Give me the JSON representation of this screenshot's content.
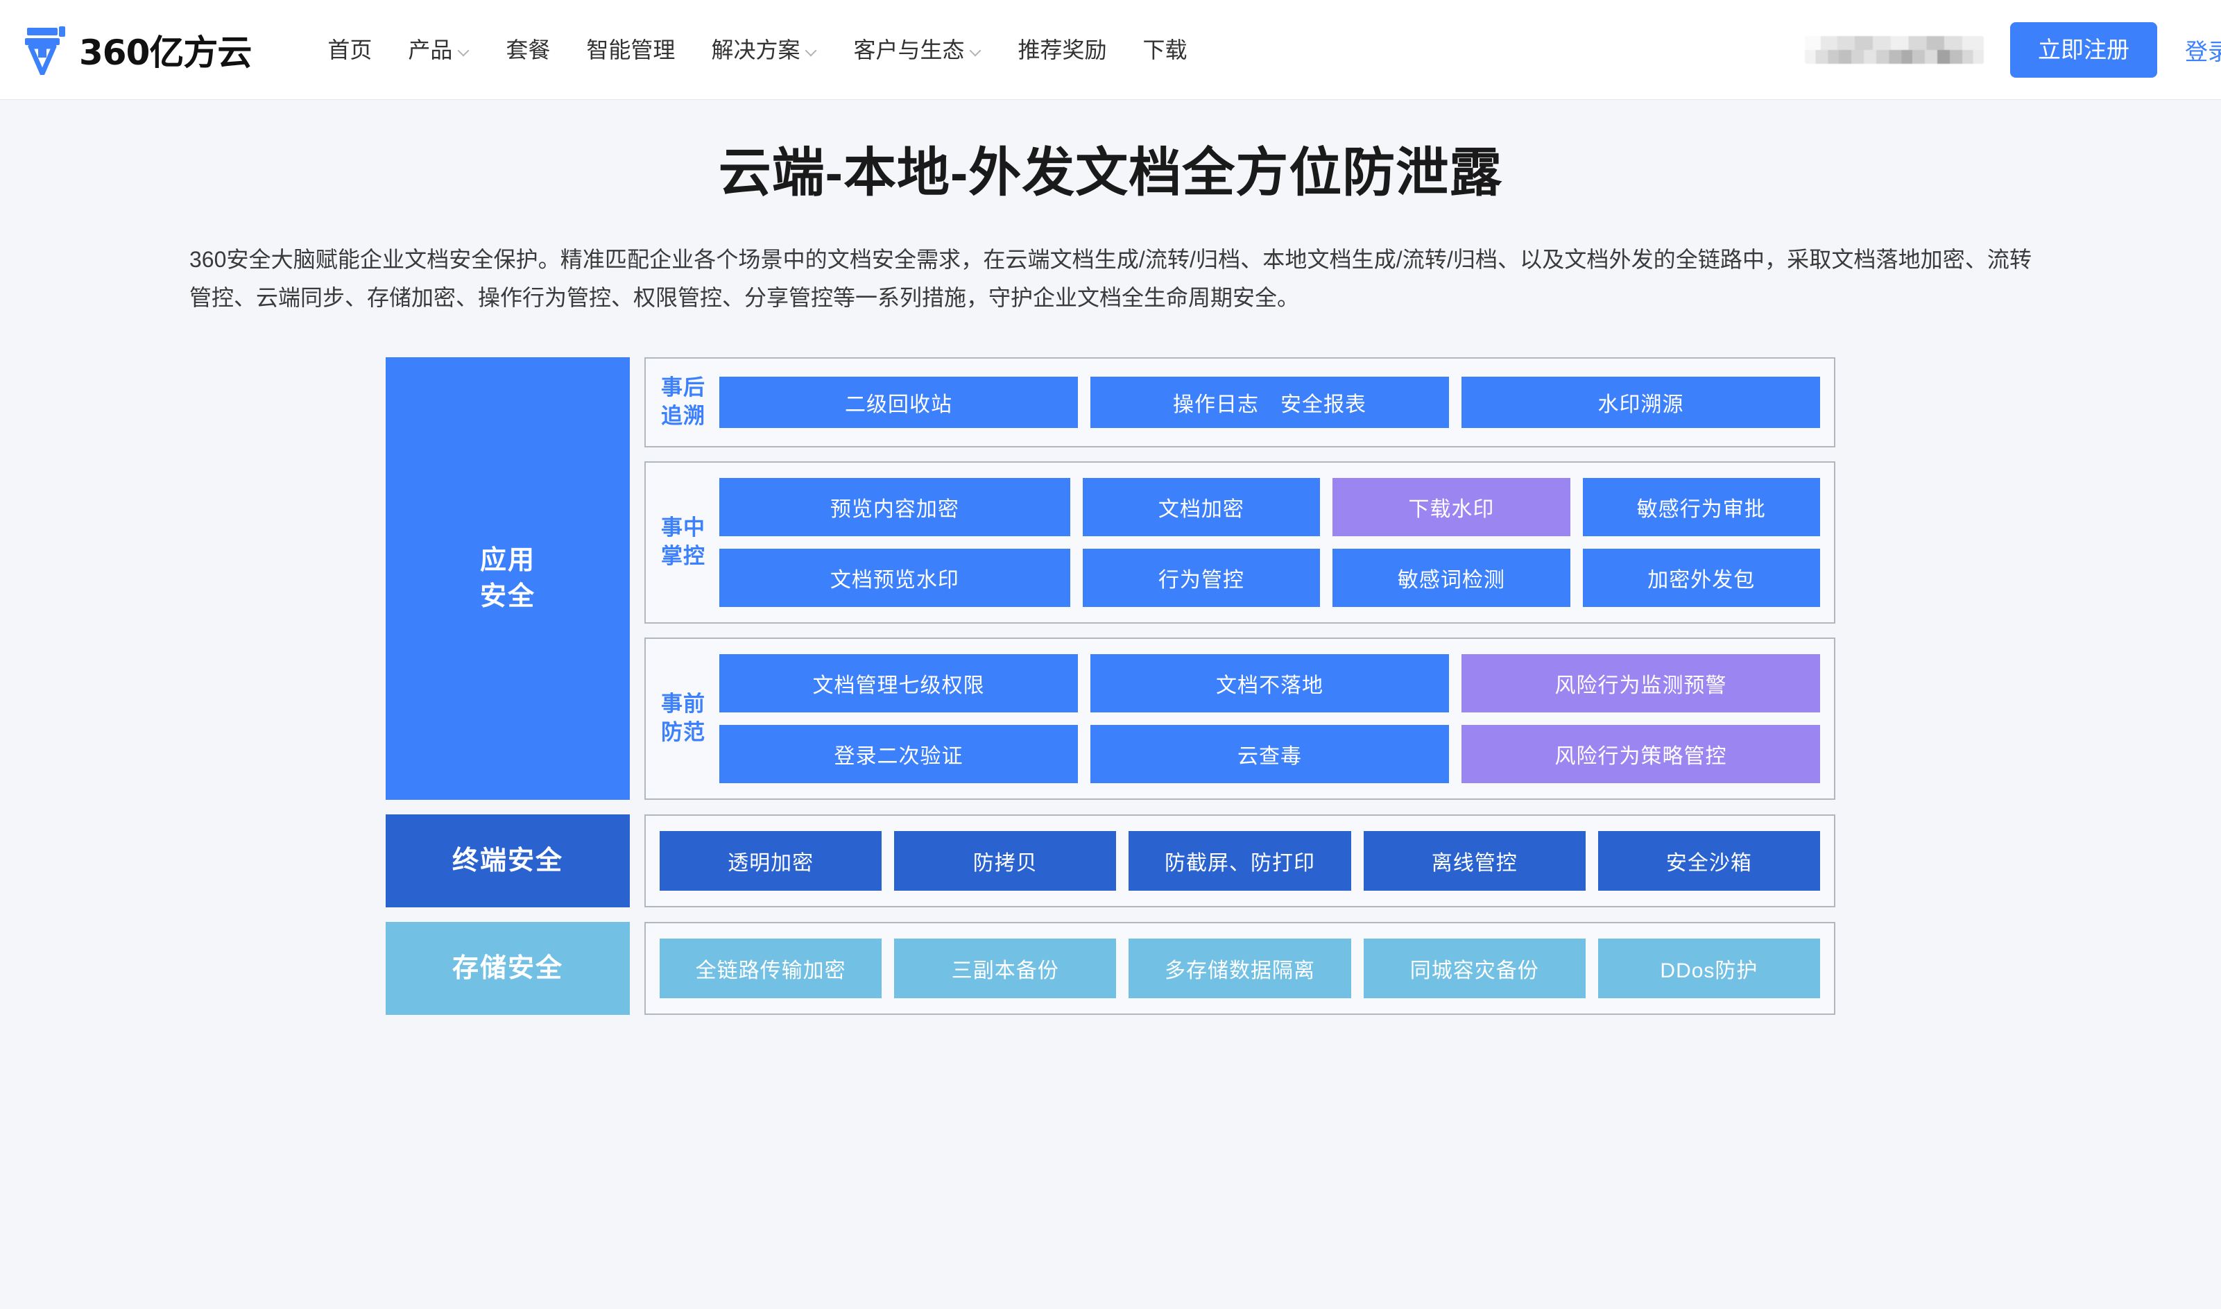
{
  "header": {
    "brand_name": "360亿方云",
    "logo_icon": "yifangyun-logo-icon",
    "nav": [
      {
        "label": "首页",
        "has_dropdown": false
      },
      {
        "label": "产品",
        "has_dropdown": true
      },
      {
        "label": "套餐",
        "has_dropdown": false
      },
      {
        "label": "智能管理",
        "has_dropdown": false
      },
      {
        "label": "解决方案",
        "has_dropdown": true
      },
      {
        "label": "客户与生态",
        "has_dropdown": true
      },
      {
        "label": "推荐奖励",
        "has_dropdown": false
      },
      {
        "label": "下载",
        "has_dropdown": false
      }
    ],
    "redacted_account": "",
    "register_label": "立即注册",
    "login_label": "登录"
  },
  "hero": {
    "title": "云端-本地-外发文档全方位防泄露",
    "description": "360安全大脑赋能企业文档安全保护。精准匹配企业各个场景中的文档安全需求，在云端文档生成/流转/归档、本地文档生成/流转/归档、以及文档外发的全链路中，采取文档落地加密、流转管控、云端同步、存储加密、操作行为管控、权限管控、分享管控等一系列措施，守护企业文档全生命周期安全。"
  },
  "colors": {
    "accent_blue": "#3d80fb",
    "deep_blue": "#2a62d0",
    "light_blue": "#72c0e3",
    "purple": "#9b85f0",
    "panel_bg": "#f7f9fc",
    "panel_border": "#b2b6bd",
    "page_bg": "#f4f6fa"
  },
  "diagram": {
    "layers": [
      {
        "label": "应用\n安全",
        "label_line1": "应用",
        "label_line2": "安全",
        "style": "app",
        "panels": [
          {
            "title_line1": "事后",
            "title_line2": "追溯",
            "rows": [
              [
                {
                  "label": "二级回收站",
                  "color": "blue",
                  "flex": 2
                },
                {
                  "label": "操作日志　安全报表",
                  "color": "blue",
                  "flex": 2
                },
                {
                  "label": "水印溯源",
                  "color": "blue",
                  "flex": 2
                }
              ]
            ]
          },
          {
            "title_line1": "事中",
            "title_line2": "掌控",
            "rows": [
              [
                {
                  "label": "预览内容加密",
                  "color": "blue",
                  "flex": 3
                },
                {
                  "label": "文档加密",
                  "color": "blue",
                  "flex": 2
                },
                {
                  "label": "下载水印",
                  "color": "purple",
                  "flex": 2
                },
                {
                  "label": "敏感行为审批",
                  "color": "blue",
                  "flex": 2
                }
              ],
              [
                {
                  "label": "文档预览水印",
                  "color": "blue",
                  "flex": 3
                },
                {
                  "label": "行为管控",
                  "color": "blue",
                  "flex": 2
                },
                {
                  "label": "敏感词检测",
                  "color": "blue",
                  "flex": 2
                },
                {
                  "label": "加密外发包",
                  "color": "blue",
                  "flex": 2
                }
              ]
            ]
          },
          {
            "title_line1": "事前",
            "title_line2": "防范",
            "rows": [
              [
                {
                  "label": "文档管理七级权限",
                  "color": "blue",
                  "flex": 3
                },
                {
                  "label": "文档不落地",
                  "color": "blue",
                  "flex": 3
                },
                {
                  "label": "风险行为监测预警",
                  "color": "purple",
                  "flex": 3
                }
              ],
              [
                {
                  "label": "登录二次验证",
                  "color": "blue",
                  "flex": 3
                },
                {
                  "label": "云查毒",
                  "color": "blue",
                  "flex": 3
                },
                {
                  "label": "风险行为策略管控",
                  "color": "purple",
                  "flex": 3
                }
              ]
            ]
          }
        ]
      },
      {
        "label": "终端安全",
        "label_line1": "终端安全",
        "label_line2": "",
        "style": "terminal",
        "panels": [
          {
            "title_line1": "",
            "title_line2": "",
            "rows": [
              [
                {
                  "label": "透明加密",
                  "color": "dblue",
                  "flex": 1
                },
                {
                  "label": "防拷贝",
                  "color": "dblue",
                  "flex": 1
                },
                {
                  "label": "防截屏、防打印",
                  "color": "dblue",
                  "flex": 1
                },
                {
                  "label": "离线管控",
                  "color": "dblue",
                  "flex": 1
                },
                {
                  "label": "安全沙箱",
                  "color": "dblue",
                  "flex": 1
                }
              ]
            ]
          }
        ]
      },
      {
        "label": "存储安全",
        "label_line1": "存储安全",
        "label_line2": "",
        "style": "storage",
        "panels": [
          {
            "title_line1": "",
            "title_line2": "",
            "rows": [
              [
                {
                  "label": "全链路传输加密",
                  "color": "lblue",
                  "flex": 1
                },
                {
                  "label": "三副本备份",
                  "color": "lblue",
                  "flex": 1
                },
                {
                  "label": "多存储数据隔离",
                  "color": "lblue",
                  "flex": 1
                },
                {
                  "label": "同城容灾备份",
                  "color": "lblue",
                  "flex": 1
                },
                {
                  "label": "DDos防护",
                  "color": "lblue",
                  "flex": 1
                }
              ]
            ]
          }
        ]
      }
    ]
  }
}
